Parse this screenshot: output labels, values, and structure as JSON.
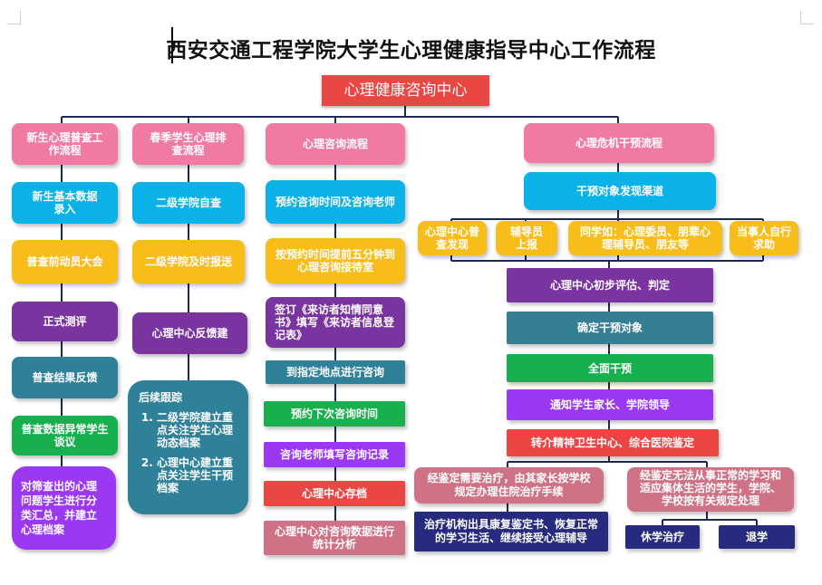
{
  "title": "西安交通工程学院大学生心理健康指导中心工作流程",
  "root": "心理健康咨询中心",
  "col1": {
    "head": "新生心理普查工作流程",
    "steps": [
      "新生基本数据录入",
      "普查前动员大会",
      "正式测评",
      "普查结果反馈",
      "普查数据异常学生谈议",
      "对筛查出的心理问题学生进行分类汇总，并建立心理档案"
    ]
  },
  "col2": {
    "head": "春季学生心理排查流程",
    "steps": [
      "二级学院自查",
      "二级学院及时报送",
      "心理中心反馈建"
    ],
    "followup": {
      "title": "后续跟踪",
      "items": [
        "二级学院建立重点关注学生心理动态档案",
        "心理中心建立重点关注学生干预档案"
      ]
    }
  },
  "col3": {
    "head": "心理咨询流程",
    "steps": [
      "预约咨询时间及咨询老师",
      "按预约时间提前五分钟到心理咨询接待室",
      "签订《来访者知情同意书》填写《来访者信息登记表》",
      "到指定地点进行咨询",
      "预约下次咨询时间",
      "咨询老师填写咨询记录",
      "心理中心存档",
      "心理中心对咨询数据进行统计分析"
    ]
  },
  "col4": {
    "head": "心理危机干预流程",
    "channel": "干预对象发现渠道",
    "sources": [
      "心理中心普查发现",
      "辅导员上报",
      "同学如：心理委员、朋辈心理辅导员、朋友等",
      "当事人自行求助"
    ],
    "steps": [
      "心理中心初步评估、判定",
      "确定干预对象",
      "全面干预",
      "通知学生家长、学院领导",
      "转介精神卫生中心、综合医院鉴定"
    ],
    "branch_left": "经鉴定需要治疗，由其家长按学校规定办理住院治疗手续",
    "branch_right": "经鉴定无法从事正常的学习和适应集体生活的学生，学院、学校按有关规定处理",
    "left_result": "治疗机构出具康复鉴定书、恢复正常的学习生活、继续接受心理辅导",
    "right_results": [
      "休学治疗",
      "退学"
    ]
  }
}
